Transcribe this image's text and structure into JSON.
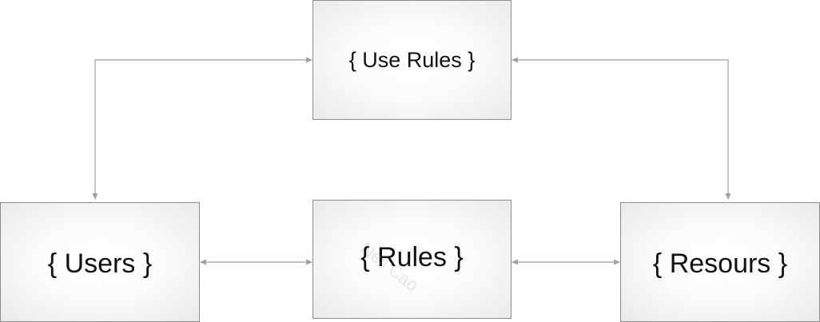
{
  "diagram": {
    "nodes": {
      "use_rules": "{ Use Rules }",
      "users": "{ Users }",
      "rules": "{ Rules }",
      "resours": "{ Resours }"
    },
    "watermark": "Neil Cao",
    "colors": {
      "border": "#8c8c8c",
      "connector": "#a0a0a0",
      "text": "#111111"
    }
  }
}
